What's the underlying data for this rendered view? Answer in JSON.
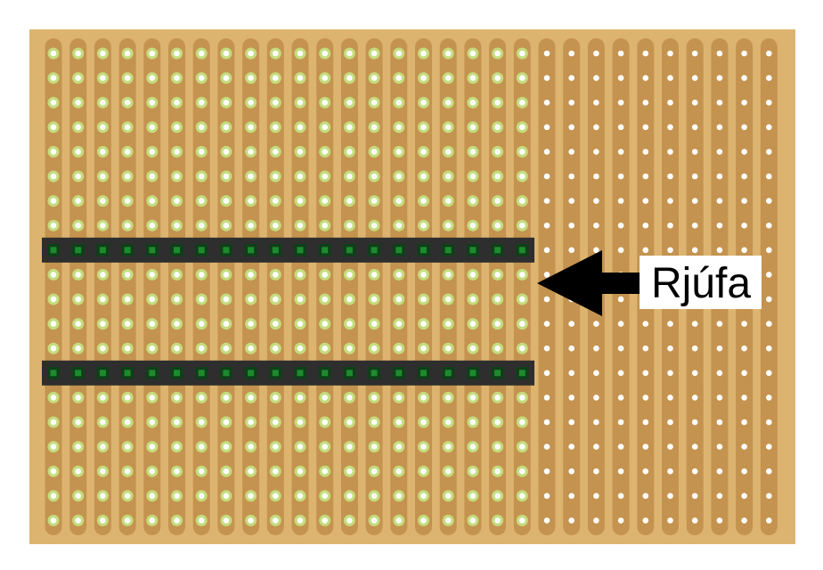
{
  "board": {
    "columns": 30,
    "rows": 20,
    "cut_after_column": 20,
    "colors": {
      "board": "#DDB46F",
      "strip": "#C4934F",
      "hole": "#FFFFFF",
      "highlight": "#C5DC7E",
      "header_body": "#2E2E2E",
      "header_pin_outer": "#0F3F19",
      "header_pin_inner": "#1E8A2E"
    }
  },
  "headers": [
    {
      "row": 8,
      "pins": 20
    },
    {
      "row": 13,
      "pins": 20
    }
  ],
  "annotation": {
    "label": "Rjúfa",
    "arrow_color": "#000000",
    "label_bg": "#FFFFFF"
  }
}
